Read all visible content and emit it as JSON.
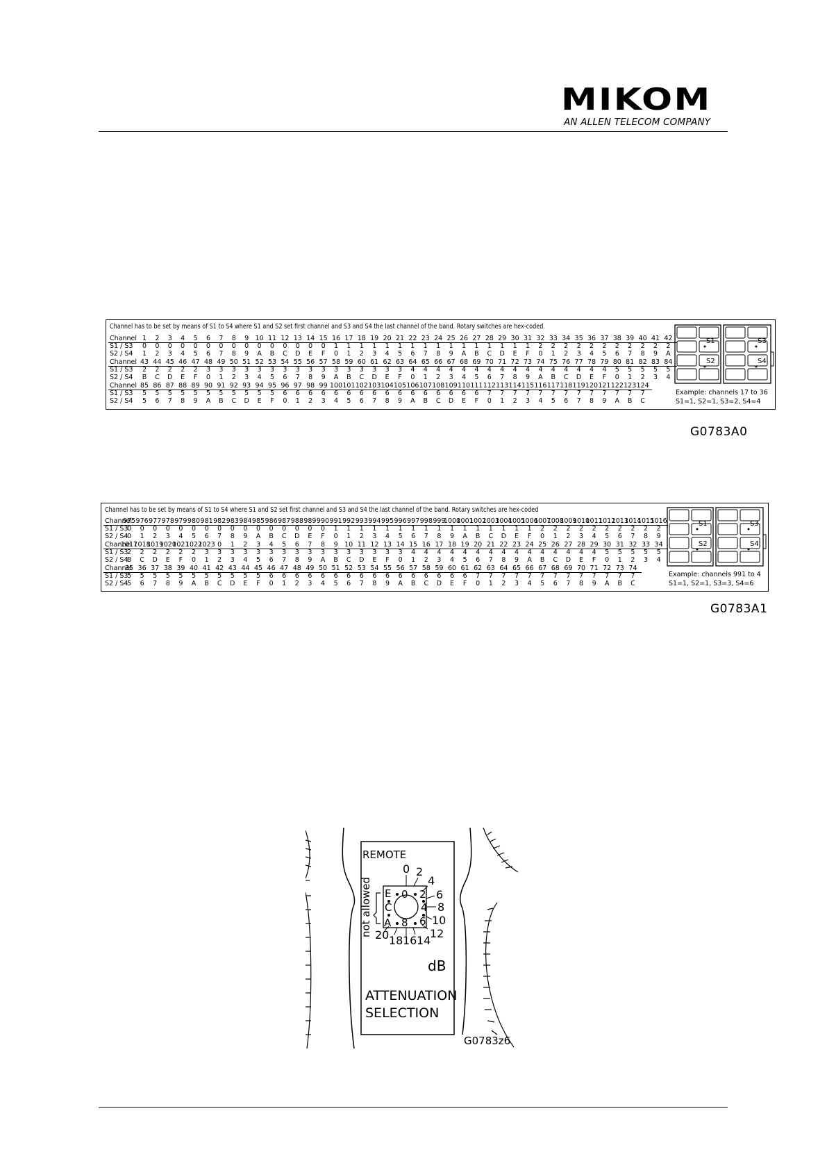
{
  "logo": {
    "name": "MIKOM",
    "tagline": "AN ALLEN TELECOM COMPANY"
  },
  "table1": {
    "description": "Channel has to be set by means of S1 to S4 where S1 and S2 set first channel and S3 and S4 the last channel of the band. Rotary switches are hex-coded.",
    "row_labels": {
      "channel": "Channel",
      "s1s3": "S1 / S3",
      "s2s4": "S2 / S4"
    },
    "rows": [
      {
        "channel": [
          "1",
          "2",
          "3",
          "4",
          "5",
          "6",
          "7",
          "8",
          "9",
          "10",
          "11",
          "12",
          "13",
          "14",
          "15",
          "16",
          "17",
          "18",
          "19",
          "20",
          "21",
          "22",
          "23",
          "24",
          "25",
          "26",
          "27",
          "28",
          "29",
          "30",
          "31",
          "32",
          "33",
          "34",
          "35",
          "36",
          "37",
          "38",
          "39",
          "40",
          "41",
          "42"
        ],
        "s1s3": [
          "0",
          "0",
          "0",
          "0",
          "0",
          "0",
          "0",
          "0",
          "0",
          "0",
          "0",
          "0",
          "0",
          "0",
          "0",
          "1",
          "1",
          "1",
          "1",
          "1",
          "1",
          "1",
          "1",
          "1",
          "1",
          "1",
          "1",
          "1",
          "1",
          "1",
          "1",
          "2",
          "2",
          "2",
          "2",
          "2",
          "2",
          "2",
          "2",
          "2",
          "2",
          "2"
        ],
        "s2s4": [
          "1",
          "2",
          "3",
          "4",
          "5",
          "6",
          "7",
          "8",
          "9",
          "A",
          "B",
          "C",
          "D",
          "E",
          "F",
          "0",
          "1",
          "2",
          "3",
          "4",
          "5",
          "6",
          "7",
          "8",
          "9",
          "A",
          "B",
          "C",
          "D",
          "E",
          "F",
          "0",
          "1",
          "2",
          "3",
          "4",
          "5",
          "6",
          "7",
          "8",
          "9",
          "A"
        ]
      },
      {
        "channel": [
          "43",
          "44",
          "45",
          "46",
          "47",
          "48",
          "49",
          "50",
          "51",
          "52",
          "53",
          "54",
          "55",
          "56",
          "57",
          "58",
          "59",
          "60",
          "61",
          "62",
          "63",
          "64",
          "65",
          "66",
          "67",
          "68",
          "69",
          "70",
          "71",
          "72",
          "73",
          "74",
          "75",
          "76",
          "77",
          "78",
          "79",
          "80",
          "81",
          "82",
          "83",
          "84"
        ],
        "s1s3": [
          "2",
          "2",
          "2",
          "2",
          "2",
          "3",
          "3",
          "3",
          "3",
          "3",
          "3",
          "3",
          "3",
          "3",
          "3",
          "3",
          "3",
          "3",
          "3",
          "3",
          "3",
          "4",
          "4",
          "4",
          "4",
          "4",
          "4",
          "4",
          "4",
          "4",
          "4",
          "4",
          "4",
          "4",
          "4",
          "4",
          "4",
          "5",
          "5",
          "5",
          "5",
          "5"
        ],
        "s2s4": [
          "B",
          "C",
          "D",
          "E",
          "F",
          "0",
          "1",
          "2",
          "3",
          "4",
          "5",
          "6",
          "7",
          "8",
          "9",
          "A",
          "B",
          "C",
          "D",
          "E",
          "F",
          "0",
          "1",
          "2",
          "3",
          "4",
          "5",
          "6",
          "7",
          "8",
          "9",
          "A",
          "B",
          "C",
          "D",
          "E",
          "F",
          "0",
          "1",
          "2",
          "3",
          "4"
        ]
      },
      {
        "channel": [
          "85",
          "86",
          "87",
          "88",
          "89",
          "90",
          "91",
          "92",
          "93",
          "94",
          "95",
          "96",
          "97",
          "98",
          "99",
          "100",
          "101",
          "102",
          "103",
          "104",
          "105",
          "106",
          "107",
          "108",
          "109",
          "110",
          "111",
          "112",
          "113",
          "114",
          "115",
          "116",
          "117",
          "118",
          "119",
          "120",
          "121",
          "122",
          "123",
          "124"
        ],
        "s1s3": [
          "5",
          "5",
          "5",
          "5",
          "5",
          "5",
          "5",
          "5",
          "5",
          "5",
          "5",
          "6",
          "6",
          "6",
          "6",
          "6",
          "6",
          "6",
          "6",
          "6",
          "6",
          "6",
          "6",
          "6",
          "6",
          "6",
          "6",
          "7",
          "7",
          "7",
          "7",
          "7",
          "7",
          "7",
          "7",
          "7",
          "7",
          "7",
          "7",
          "7"
        ],
        "s2s4": [
          "5",
          "6",
          "7",
          "8",
          "9",
          "A",
          "B",
          "C",
          "D",
          "E",
          "F",
          "0",
          "1",
          "2",
          "3",
          "4",
          "5",
          "6",
          "7",
          "8",
          "9",
          "A",
          "B",
          "C",
          "D",
          "E",
          "F",
          "0",
          "1",
          "2",
          "3",
          "4",
          "5",
          "6",
          "7",
          "8",
          "9",
          "A",
          "B",
          "C"
        ]
      }
    ],
    "switch_labels": [
      "S1",
      "S2",
      "S3",
      "S4"
    ],
    "example_title": "Example: channels 17 to 36",
    "example_values": "S1=1, S2=1, S3=2, S4=4",
    "figure_code": "G0783A0"
  },
  "table2": {
    "description": "Channel has to be set by means of S1 to S4 where S1 and S2 set first channel and S3 and S4 the last channel of the band. Rotary switches are hex-coded",
    "row_labels": {
      "channel": "Channel",
      "s1s3": "S1 / S3",
      "s2s4": "S2 / S4"
    },
    "rows": [
      {
        "channel": [
          "975",
          "976",
          "977",
          "978",
          "979",
          "980",
          "981",
          "982",
          "983",
          "984",
          "985",
          "986",
          "987",
          "988",
          "989",
          "990",
          "991",
          "992",
          "993",
          "994",
          "995",
          "996",
          "997",
          "998",
          "999",
          "1000",
          "1001",
          "1002",
          "1003",
          "1004",
          "1005",
          "1006",
          "1007",
          "1008",
          "1009",
          "1010",
          "1011",
          "1012",
          "1013",
          "1014",
          "1015",
          "1016"
        ],
        "s1s3": [
          "0",
          "0",
          "0",
          "0",
          "0",
          "0",
          "0",
          "0",
          "0",
          "0",
          "0",
          "0",
          "0",
          "0",
          "0",
          "0",
          "1",
          "1",
          "1",
          "1",
          "1",
          "1",
          "1",
          "1",
          "1",
          "1",
          "1",
          "1",
          "1",
          "1",
          "1",
          "1",
          "2",
          "2",
          "2",
          "2",
          "2",
          "2",
          "2",
          "2",
          "2",
          "2"
        ],
        "s2s4": [
          "0",
          "1",
          "2",
          "3",
          "4",
          "5",
          "6",
          "7",
          "8",
          "9",
          "A",
          "B",
          "C",
          "D",
          "E",
          "F",
          "0",
          "1",
          "2",
          "3",
          "4",
          "5",
          "6",
          "7",
          "8",
          "9",
          "A",
          "B",
          "C",
          "D",
          "E",
          "F",
          "0",
          "1",
          "2",
          "3",
          "4",
          "5",
          "6",
          "7",
          "8",
          "9"
        ]
      },
      {
        "channel": [
          "1017",
          "1018",
          "1019",
          "1020",
          "1021",
          "1022",
          "1023",
          "0",
          "1",
          "2",
          "3",
          "4",
          "5",
          "6",
          "7",
          "8",
          "9",
          "10",
          "11",
          "12",
          "13",
          "14",
          "15",
          "16",
          "17",
          "18",
          "19",
          "20",
          "21",
          "22",
          "23",
          "24",
          "25",
          "26",
          "27",
          "28",
          "29",
          "30",
          "31",
          "32",
          "33",
          "34"
        ],
        "s1s3": [
          "2",
          "2",
          "2",
          "2",
          "2",
          "2",
          "3",
          "3",
          "3",
          "3",
          "3",
          "3",
          "3",
          "3",
          "3",
          "3",
          "3",
          "3",
          "3",
          "3",
          "3",
          "3",
          "4",
          "4",
          "4",
          "4",
          "4",
          "4",
          "4",
          "4",
          "4",
          "4",
          "4",
          "4",
          "4",
          "4",
          "4",
          "5",
          "5",
          "5",
          "5",
          "5"
        ],
        "s2s4": [
          "B",
          "C",
          "D",
          "E",
          "F",
          "0",
          "1",
          "2",
          "3",
          "4",
          "5",
          "6",
          "7",
          "8",
          "9",
          "A",
          "B",
          "C",
          "D",
          "E",
          "F",
          "0",
          "1",
          "2",
          "3",
          "4",
          "5",
          "6",
          "7",
          "8",
          "9",
          "A",
          "B",
          "C",
          "D",
          "E",
          "F",
          "0",
          "1",
          "2",
          "3",
          "4"
        ]
      },
      {
        "channel": [
          "35",
          "36",
          "37",
          "38",
          "39",
          "40",
          "41",
          "42",
          "43",
          "44",
          "45",
          "46",
          "47",
          "48",
          "49",
          "50",
          "51",
          "52",
          "53",
          "54",
          "55",
          "56",
          "57",
          "58",
          "59",
          "60",
          "61",
          "62",
          "63",
          "64",
          "65",
          "66",
          "67",
          "68",
          "69",
          "70",
          "71",
          "72",
          "73",
          "74"
        ],
        "s1s3": [
          "5",
          "5",
          "5",
          "5",
          "5",
          "5",
          "5",
          "5",
          "5",
          "5",
          "5",
          "6",
          "6",
          "6",
          "6",
          "6",
          "6",
          "6",
          "6",
          "6",
          "6",
          "6",
          "6",
          "6",
          "6",
          "6",
          "6",
          "7",
          "7",
          "7",
          "7",
          "7",
          "7",
          "7",
          "7",
          "7",
          "7",
          "7",
          "7",
          "7"
        ],
        "s2s4": [
          "5",
          "6",
          "7",
          "8",
          "9",
          "A",
          "B",
          "C",
          "D",
          "E",
          "F",
          "0",
          "1",
          "2",
          "3",
          "4",
          "5",
          "6",
          "7",
          "8",
          "9",
          "A",
          "B",
          "C",
          "D",
          "E",
          "F",
          "0",
          "1",
          "2",
          "3",
          "4",
          "5",
          "6",
          "7",
          "8",
          "9",
          "A",
          "B",
          "C"
        ]
      }
    ],
    "switch_labels": [
      "S1",
      "S2",
      "S3",
      "S4"
    ],
    "example_title": "Example: channels 991 to 4",
    "example_values": "S1=1, S2=1, S3=3, S4=6",
    "figure_code": "G0783A1"
  },
  "attenuation": {
    "remote_label": "REMOTE",
    "not_allowed_label": "not allowed",
    "switch_positions": {
      "top": "0",
      "top_right": "2",
      "right_mid": "4",
      "bottom_right": "6",
      "bottom": "8",
      "bottom_left": "A",
      "left_mid": "C",
      "top_left": "E"
    },
    "db_scale": [
      "0",
      "2",
      "4",
      "6",
      "8",
      "10",
      "12",
      "14",
      "16",
      "18",
      "20"
    ],
    "unit": "dB",
    "title_line1": "ATTENUATION",
    "title_line2": "SELECTION",
    "figure_code": "G0783z6"
  }
}
